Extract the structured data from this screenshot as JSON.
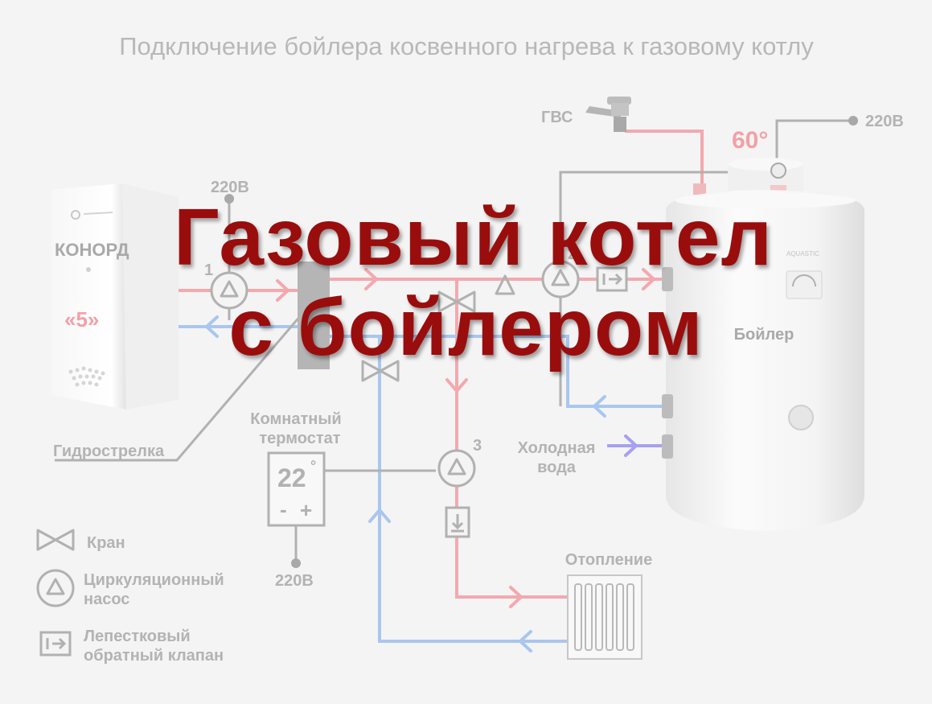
{
  "title": "Подключение бойлера косвенного нагрева к газовому котлу",
  "overlay": {
    "line1": "Газовый котел",
    "line2": "с бойлером"
  },
  "boiler_unit": {
    "brand": "КОНОРД",
    "model": "«5»"
  },
  "labels": {
    "v220_top": "220В",
    "v220_boiler": "220В",
    "v220_thermostat": "220В",
    "gvs": "ГВС",
    "temp": "60°",
    "tank": "Бойлер",
    "tank_brand": "AQUASTIC",
    "cold_water_1": "Холодная",
    "cold_water_2": "вода",
    "heating": "Отопление",
    "thermostat_1": "Комнатный",
    "thermostat_2": "термостат",
    "thermostat_temp": "22",
    "thermostat_deg": "°",
    "thermostat_minus": "-",
    "thermostat_plus": "+",
    "hydro": "Гидрострелка",
    "pump1": "1",
    "pump2": "2",
    "pump3": "3"
  },
  "legend": {
    "valve": "Кран",
    "pump_1": "Циркуляционный",
    "pump_2": "насос",
    "check_1": "Лепестковый",
    "check_2": "обратный клапан"
  },
  "colors": {
    "hot": "#f3a9ae",
    "cold": "#a9c6ee",
    "cold_water": "#a7a0f2",
    "gray": "#b1b1b1",
    "temp": "#f2a0a6",
    "overlay": "#9a0d0d"
  }
}
